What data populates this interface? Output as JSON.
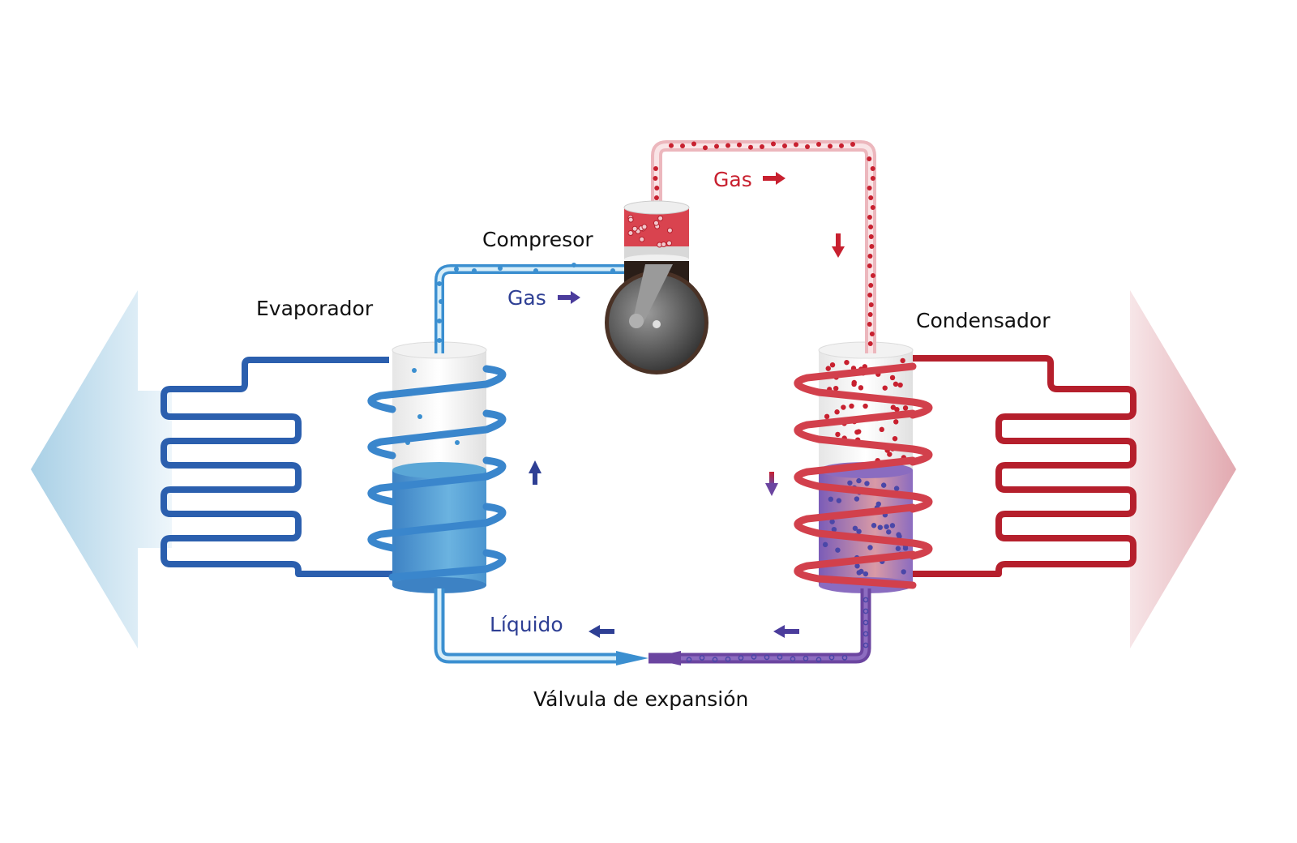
{
  "diagram": {
    "type": "refrigeration-cycle",
    "labels": {
      "evaporator": "Evaporador",
      "compressor": "Compresor",
      "condenser": "Condensador",
      "expansion_valve": "Válvula de expansión",
      "gas_low": "Gas",
      "gas_high": "Gas",
      "liquid": "Líquido"
    },
    "icons": {
      "arrow_gas_low": "arrow-right-icon",
      "arrow_gas_high": "arrow-right-icon",
      "arrow_down_high": "arrow-down-icon",
      "arrow_down_condenser": "arrow-down-icon",
      "arrow_up_evaporator": "arrow-up-icon",
      "arrow_liquid_left_1": "arrow-left-icon",
      "arrow_liquid_left_2": "arrow-left-icon",
      "heat_out_left": "big-arrow-left-icon",
      "heat_out_right": "big-arrow-right-icon"
    },
    "colors": {
      "cold": "#2e5fb0",
      "cold_light": "#5aa6d6",
      "hot": "#c8202f",
      "hot_light": "#e8a8ae",
      "mixed": "#6b45a0",
      "label_blue": "#2e3f94",
      "label_red": "#c8202f",
      "compressor_body": "#3a2a22"
    }
  }
}
